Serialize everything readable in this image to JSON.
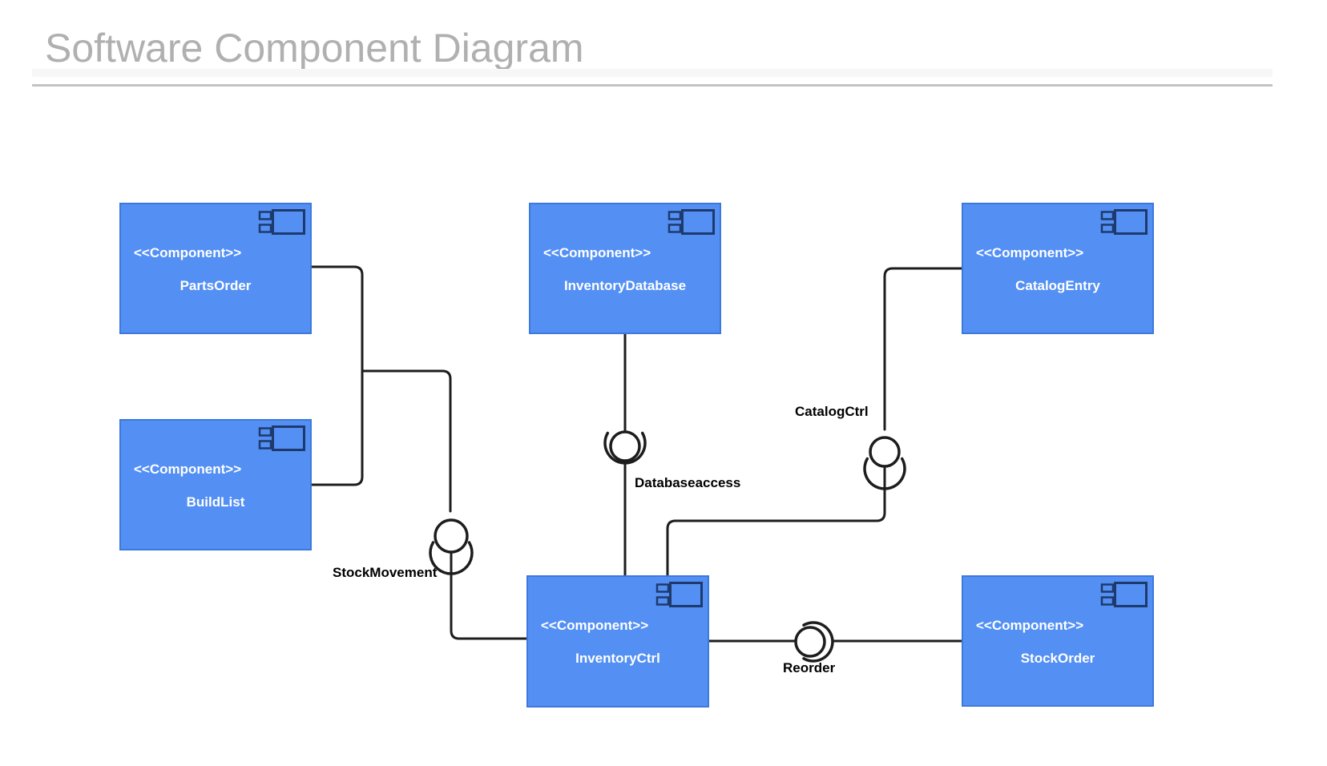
{
  "title": "Software Component Diagram",
  "colors": {
    "page_bg": "#ffffff",
    "component_fill": "#5490f4",
    "component_border": "#3d78dc",
    "component_text": "#ffffff",
    "icon_stroke": "#1e3a6d",
    "edge": "#1d1d1d",
    "edge_label": "#000000",
    "title_color": "#b0b0b0",
    "rule_color": "#c3c3c3"
  },
  "components": [
    {
      "stereotype": "<<Component>>",
      "name": "PartsOrder"
    },
    {
      "stereotype": "<<Component>>",
      "name": "BuildList"
    },
    {
      "stereotype": "<<Component>>",
      "name": "InventoryDatabase"
    },
    {
      "stereotype": "<<Component>>",
      "name": "CatalogEntry"
    },
    {
      "stereotype": "<<Component>>",
      "name": "InventoryCtrl"
    },
    {
      "stereotype": "<<Component>>",
      "name": "StockOrder"
    }
  ],
  "interfaces": [
    {
      "label": "StockMovement"
    },
    {
      "label": "Databaseaccess"
    },
    {
      "label": "CatalogCtrl"
    },
    {
      "label": "Reorder"
    }
  ]
}
